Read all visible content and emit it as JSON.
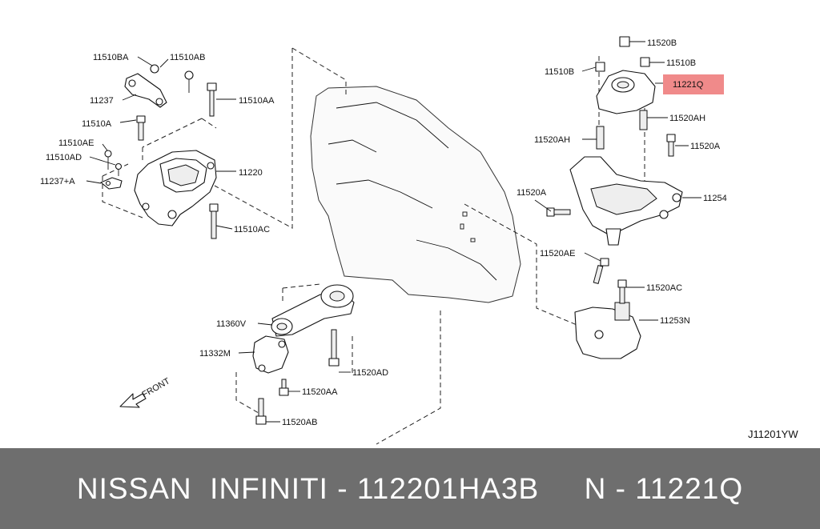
{
  "labels": {
    "p11510BA": "11510BA",
    "p11510AB": "11510AB",
    "p11237": "11237",
    "p11510AA": "11510AA",
    "p11510A": "11510A",
    "p11510AE": "11510AE",
    "p11510AD": "11510AD",
    "p11237A": "11237+A",
    "p11220": "11220",
    "p11510AC": "11510AC",
    "p11520B": "11520B",
    "p11510B_right": "11510B",
    "p11510B_left": "11510B",
    "p11221Q": "11221Q",
    "p11520AH_right": "11520AH",
    "p11520AH_left": "11520AH",
    "p11520A_right": "11520A",
    "p11520A_left": "11520A",
    "p11254": "11254",
    "p11520AE": "11520AE",
    "p11520AC": "11520AC",
    "p11253N": "11253N",
    "p11360V": "11360V",
    "p11332M": "11332M",
    "p11520AD": "11520AD",
    "p11520AA": "11520AA",
    "p11520AB": "11520AB"
  },
  "front_label": "FRONT",
  "diagram_code": "J11201YW",
  "highlight_color": "#f08a8a",
  "footer": {
    "text": "NISSAN  INFINITI - 112201HA3B     N - 11221Q"
  }
}
